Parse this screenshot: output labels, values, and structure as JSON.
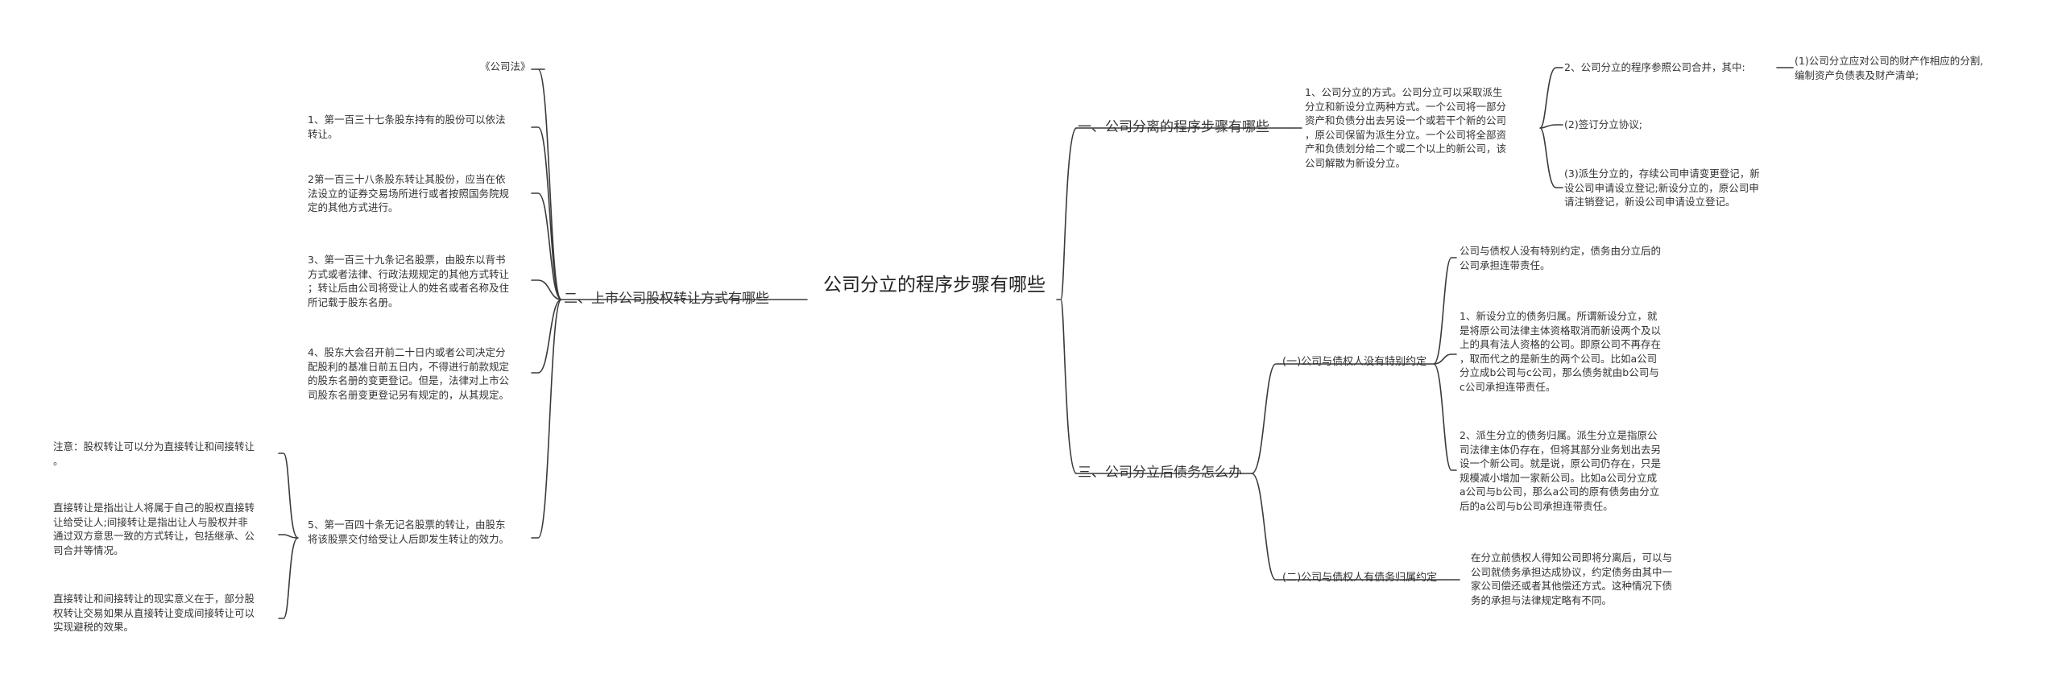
{
  "root": {
    "title": "公司分立的程序步骤有哪些"
  },
  "left": {
    "branch_label": "二、上市公司股权转让方式有哪些",
    "items": [
      "《公司法》",
      "1、第一百三十七条股东持有的股份可以依法\n转让。",
      "2第一百三十八条股东转让其股份，应当在依\n法设立的证券交易场所进行或者按照国务院规\n定的其他方式进行。",
      "3、第一百三十九条记名股票，由股东以背书\n方式或者法律、行政法规规定的其他方式转让\n；转让后由公司将受让人的姓名或者名称及住\n所记载于股东名册。",
      "4、股东大会召开前二十日内或者公司决定分\n配股利的基准日前五日内，不得进行前款规定\n的股东名册的变更登记。但是，法律对上市公\n司股东名册变更登记另有规定的，从其规定。",
      "5、第一百四十条无记名股票的转让，由股东\n将该股票交付给受让人后即发生转让的效力。"
    ],
    "notes": [
      "注意：股权转让可以分为直接转让和间接转让\n。",
      "直接转让是指出让人将属于自己的股权直接转\n让给受让人;间接转让是指出让人与股权并非\n通过双方意思一致的方式转让，包括继承、公\n司合并等情况。",
      "直接转让和间接转让的现实意义在于，部分股\n权转让交易如果从直接转让变成间接转让可以\n实现避税的效果。"
    ]
  },
  "right1": {
    "branch_label": "一、公司分离的程序步骤有哪些",
    "method": "1、公司分立的方式。公司分立可以采取派生\n分立和新设分立两种方式。一个公司将一部分\n资产和负债分出去另设一个或若干个新的公司\n，原公司保留为派生分立。一个公司将全部资\n产和负债划分给二个或二个以上的新公司，该\n公司解散为新设分立。",
    "steps": [
      "2、公司分立的程序参照公司合并，其中:",
      "(2)签订分立协议;",
      "(3)派生分立的，存续公司申请变更登记，新\n设公司申请设立登记;新设分立的，原公司申\n请注销登记，新设公司申请设立登记。"
    ],
    "step_detail": "(1)公司分立应对公司的财产作相应的分割,\n编制资产负债表及财产清单;"
  },
  "right2": {
    "branch_label": "三、公司分立后债务怎么办",
    "case1": {
      "label": "(一)公司与债权人没有特别约定",
      "items": [
        "公司与债权人没有特别约定，债务由分立后的\n公司承担连带责任。",
        "1、新设分立的债务归属。所谓新设分立，就\n是将原公司法律主体资格取消而新设两个及以\n上的具有法人资格的公司。即原公司不再存在\n，取而代之的是新生的两个公司。比如a公司\n分立成b公司与c公司，那么债务就由b公司与\nc公司承担连带责任。",
        "2、派生分立的债务归属。派生分立是指原公\n司法律主体仍存在，但将其部分业务划出去另\n设一个新公司。就是说，原公司仍存在，只是\n规模减小增加一家新公司。比如a公司分立成\na公司与b公司，那么a公司的原有债务由分立\n后的a公司与b公司承担连带责任。"
      ]
    },
    "case2": {
      "label": "(二)公司与债权人有债务归属约定",
      "text": "在分立前债权人得知公司即将分离后，可以与\n公司就债务承担达成协议，约定债务由其中一\n家公司偿还或者其他偿还方式。这种情况下债\n务的承担与法律规定略有不同。"
    }
  },
  "colors": {
    "line": "#3a3a3a",
    "text": "#333333"
  }
}
